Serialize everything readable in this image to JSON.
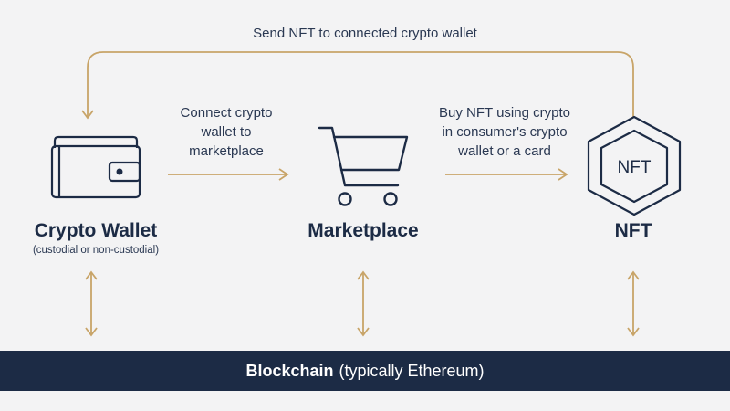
{
  "top_flow": {
    "label": "Send NFT to connected crypto wallet"
  },
  "flow_1": {
    "label_lines": [
      "Connect crypto",
      "wallet to",
      "marketplace"
    ]
  },
  "flow_2": {
    "label_lines": [
      "Buy NFT using crypto",
      "in consumer's crypto",
      "wallet or a card"
    ]
  },
  "nodes": {
    "wallet": {
      "title": "Crypto Wallet",
      "subtitle": "(custodial or non-custodial)",
      "icon": "wallet-icon"
    },
    "marketplace": {
      "title": "Marketplace",
      "icon": "shopping-cart-icon"
    },
    "nft": {
      "title": "NFT",
      "badge": "NFT",
      "icon": "hexagon-nft-icon"
    }
  },
  "blockchain": {
    "bold": "Blockchain",
    "rest": "(typically Ethereum)"
  },
  "colors": {
    "arrow": "#c8a468",
    "navy": "#1c2b45",
    "background": "#f3f3f4"
  }
}
